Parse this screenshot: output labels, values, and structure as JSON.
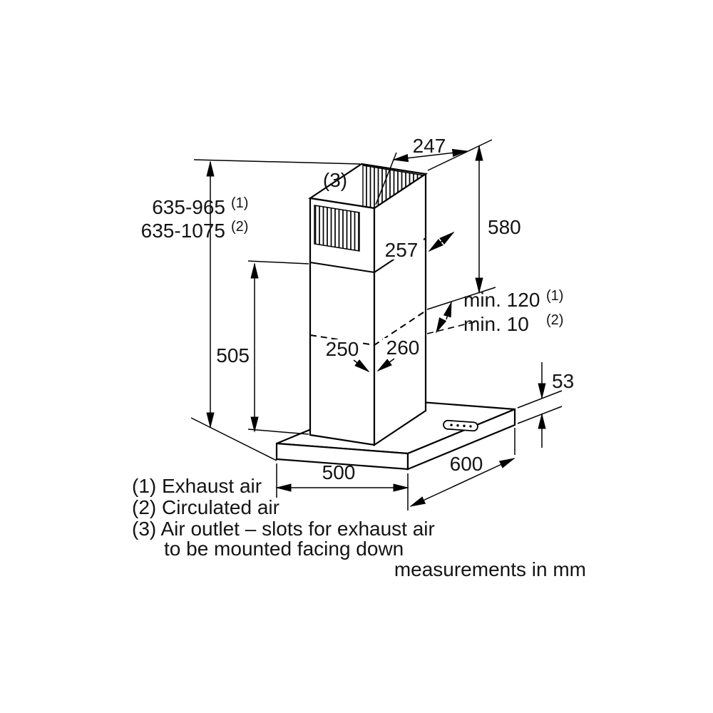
{
  "diagram": {
    "title_hint": "wall-mounted chimney hood dimension drawing",
    "colors": {
      "line": "#000000",
      "text": "#141414",
      "background": "#ffffff"
    },
    "labels": {
      "d247": "247",
      "d580": "580",
      "d635a": "635-965",
      "d635a_sup": "(1)",
      "d635b": "635-1075",
      "d635b_sup": "(2)",
      "callout3": "(3)",
      "d257": "257",
      "dmin120": "min. 120",
      "dmin120_sup": "(1)",
      "dmin10": "min. 10",
      "dmin10_sup": "(2)",
      "d505": "505",
      "d250": "250",
      "d260": "260",
      "d53": "53",
      "d500": "500",
      "d600": "600"
    },
    "legend": {
      "l1": "(1) Exhaust air",
      "l2": "(2) Circulated air",
      "l3": "(3) Air outlet – slots for exhaust air",
      "l4": "to be mounted facing down",
      "l5": "measurements in mm"
    }
  }
}
